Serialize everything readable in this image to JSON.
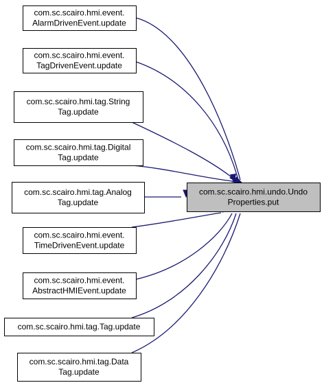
{
  "focus_node": {
    "id": "undo-properties-put",
    "lines": [
      "com.sc.scairo.hmi.undo.Undo",
      "Properties.put"
    ]
  },
  "caller_nodes": [
    {
      "id": "alarm-driven-event-update",
      "lines": [
        "com.sc.scairo.hmi.event.",
        "AlarmDrivenEvent.update"
      ]
    },
    {
      "id": "tag-driven-event-update",
      "lines": [
        "com.sc.scairo.hmi.event.",
        "TagDrivenEvent.update"
      ]
    },
    {
      "id": "string-tag-update",
      "lines": [
        "com.sc.scairo.hmi.tag.String",
        "Tag.update"
      ]
    },
    {
      "id": "digital-tag-update",
      "lines": [
        "com.sc.scairo.hmi.tag.Digital",
        "Tag.update"
      ]
    },
    {
      "id": "analog-tag-update",
      "lines": [
        "com.sc.scairo.hmi.tag.Analog",
        "Tag.update"
      ]
    },
    {
      "id": "time-driven-event-update",
      "lines": [
        "com.sc.scairo.hmi.event.",
        "TimeDrivenEvent.update"
      ]
    },
    {
      "id": "abstract-hmi-event-update",
      "lines": [
        "com.sc.scairo.hmi.event.",
        "AbstractHMIEvent.update"
      ]
    },
    {
      "id": "tag-update",
      "lines": [
        "com.sc.scairo.hmi.tag.Tag.update"
      ]
    },
    {
      "id": "data-tag-update",
      "lines": [
        "com.sc.scairo.hmi.tag.Data",
        "Tag.update"
      ]
    }
  ],
  "colors": {
    "edge": "#191970",
    "focus_fill": "#bfbfbf",
    "node_fill": "#ffffff",
    "border": "#000000"
  }
}
